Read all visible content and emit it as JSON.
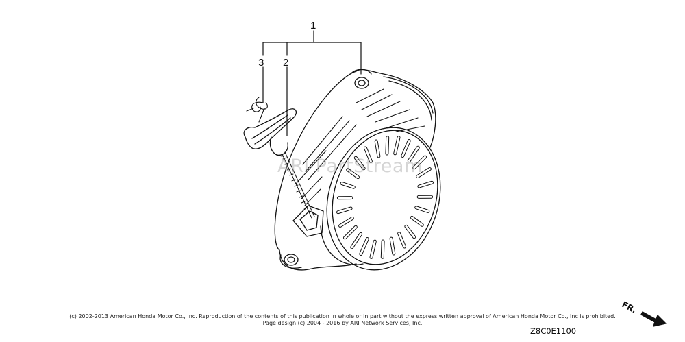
{
  "callouts": {
    "c1": "1",
    "c2": "2",
    "c3": "3"
  },
  "watermark": "ARI PartStream",
  "footer": {
    "copyright_line1": "(c) 2002-2013 American Honda Motor Co., Inc. Reproduction of the contents of this publication in whole or in part without the express written approval of American Honda Motor Co., Inc is prohibited.",
    "copyright_line2": "Page design (c) 2004 - 2016 by ARI Network Services, Inc.",
    "diagram_code": "Z8C0E1100"
  },
  "direction_indicator": {
    "label": "FR."
  },
  "icons": {
    "arrow": "direction-arrow-icon"
  },
  "colors": {
    "line": "#111111",
    "background": "#ffffff",
    "watermark": "#969696"
  }
}
